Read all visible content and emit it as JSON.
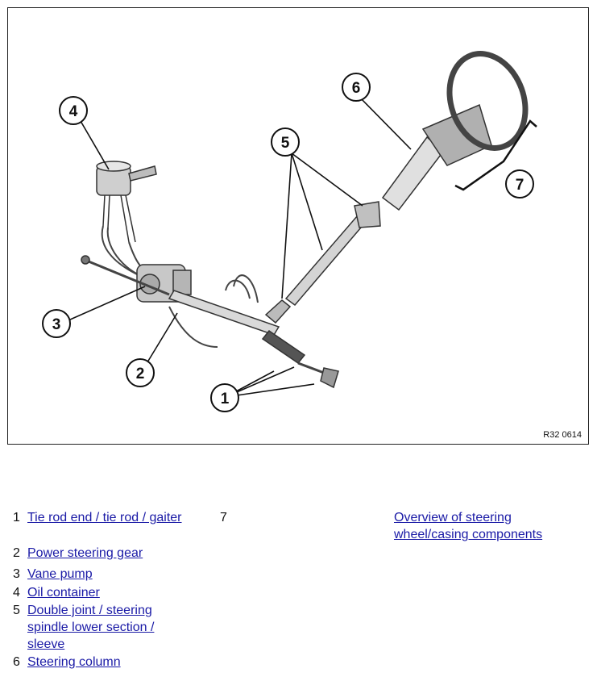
{
  "diagram": {
    "callouts": [
      "1",
      "2",
      "3",
      "4",
      "5",
      "6",
      "7"
    ],
    "figure_code": "R32 0614"
  },
  "legend": [
    {
      "num": "1",
      "label": "Tie rod end / tie rod / gaiter"
    },
    {
      "num": "2",
      "label": "Power steering gear"
    },
    {
      "num": "3",
      "label": "Vane pump"
    },
    {
      "num": "4",
      "label": "Oil container"
    },
    {
      "num": "5",
      "label": "Double joint / steering spindle lower section / sleeve"
    },
    {
      "num": "6",
      "label": "Steering column"
    }
  ],
  "legend_extra": {
    "num": "7",
    "link": "Overview of steering wheel/casing components"
  }
}
